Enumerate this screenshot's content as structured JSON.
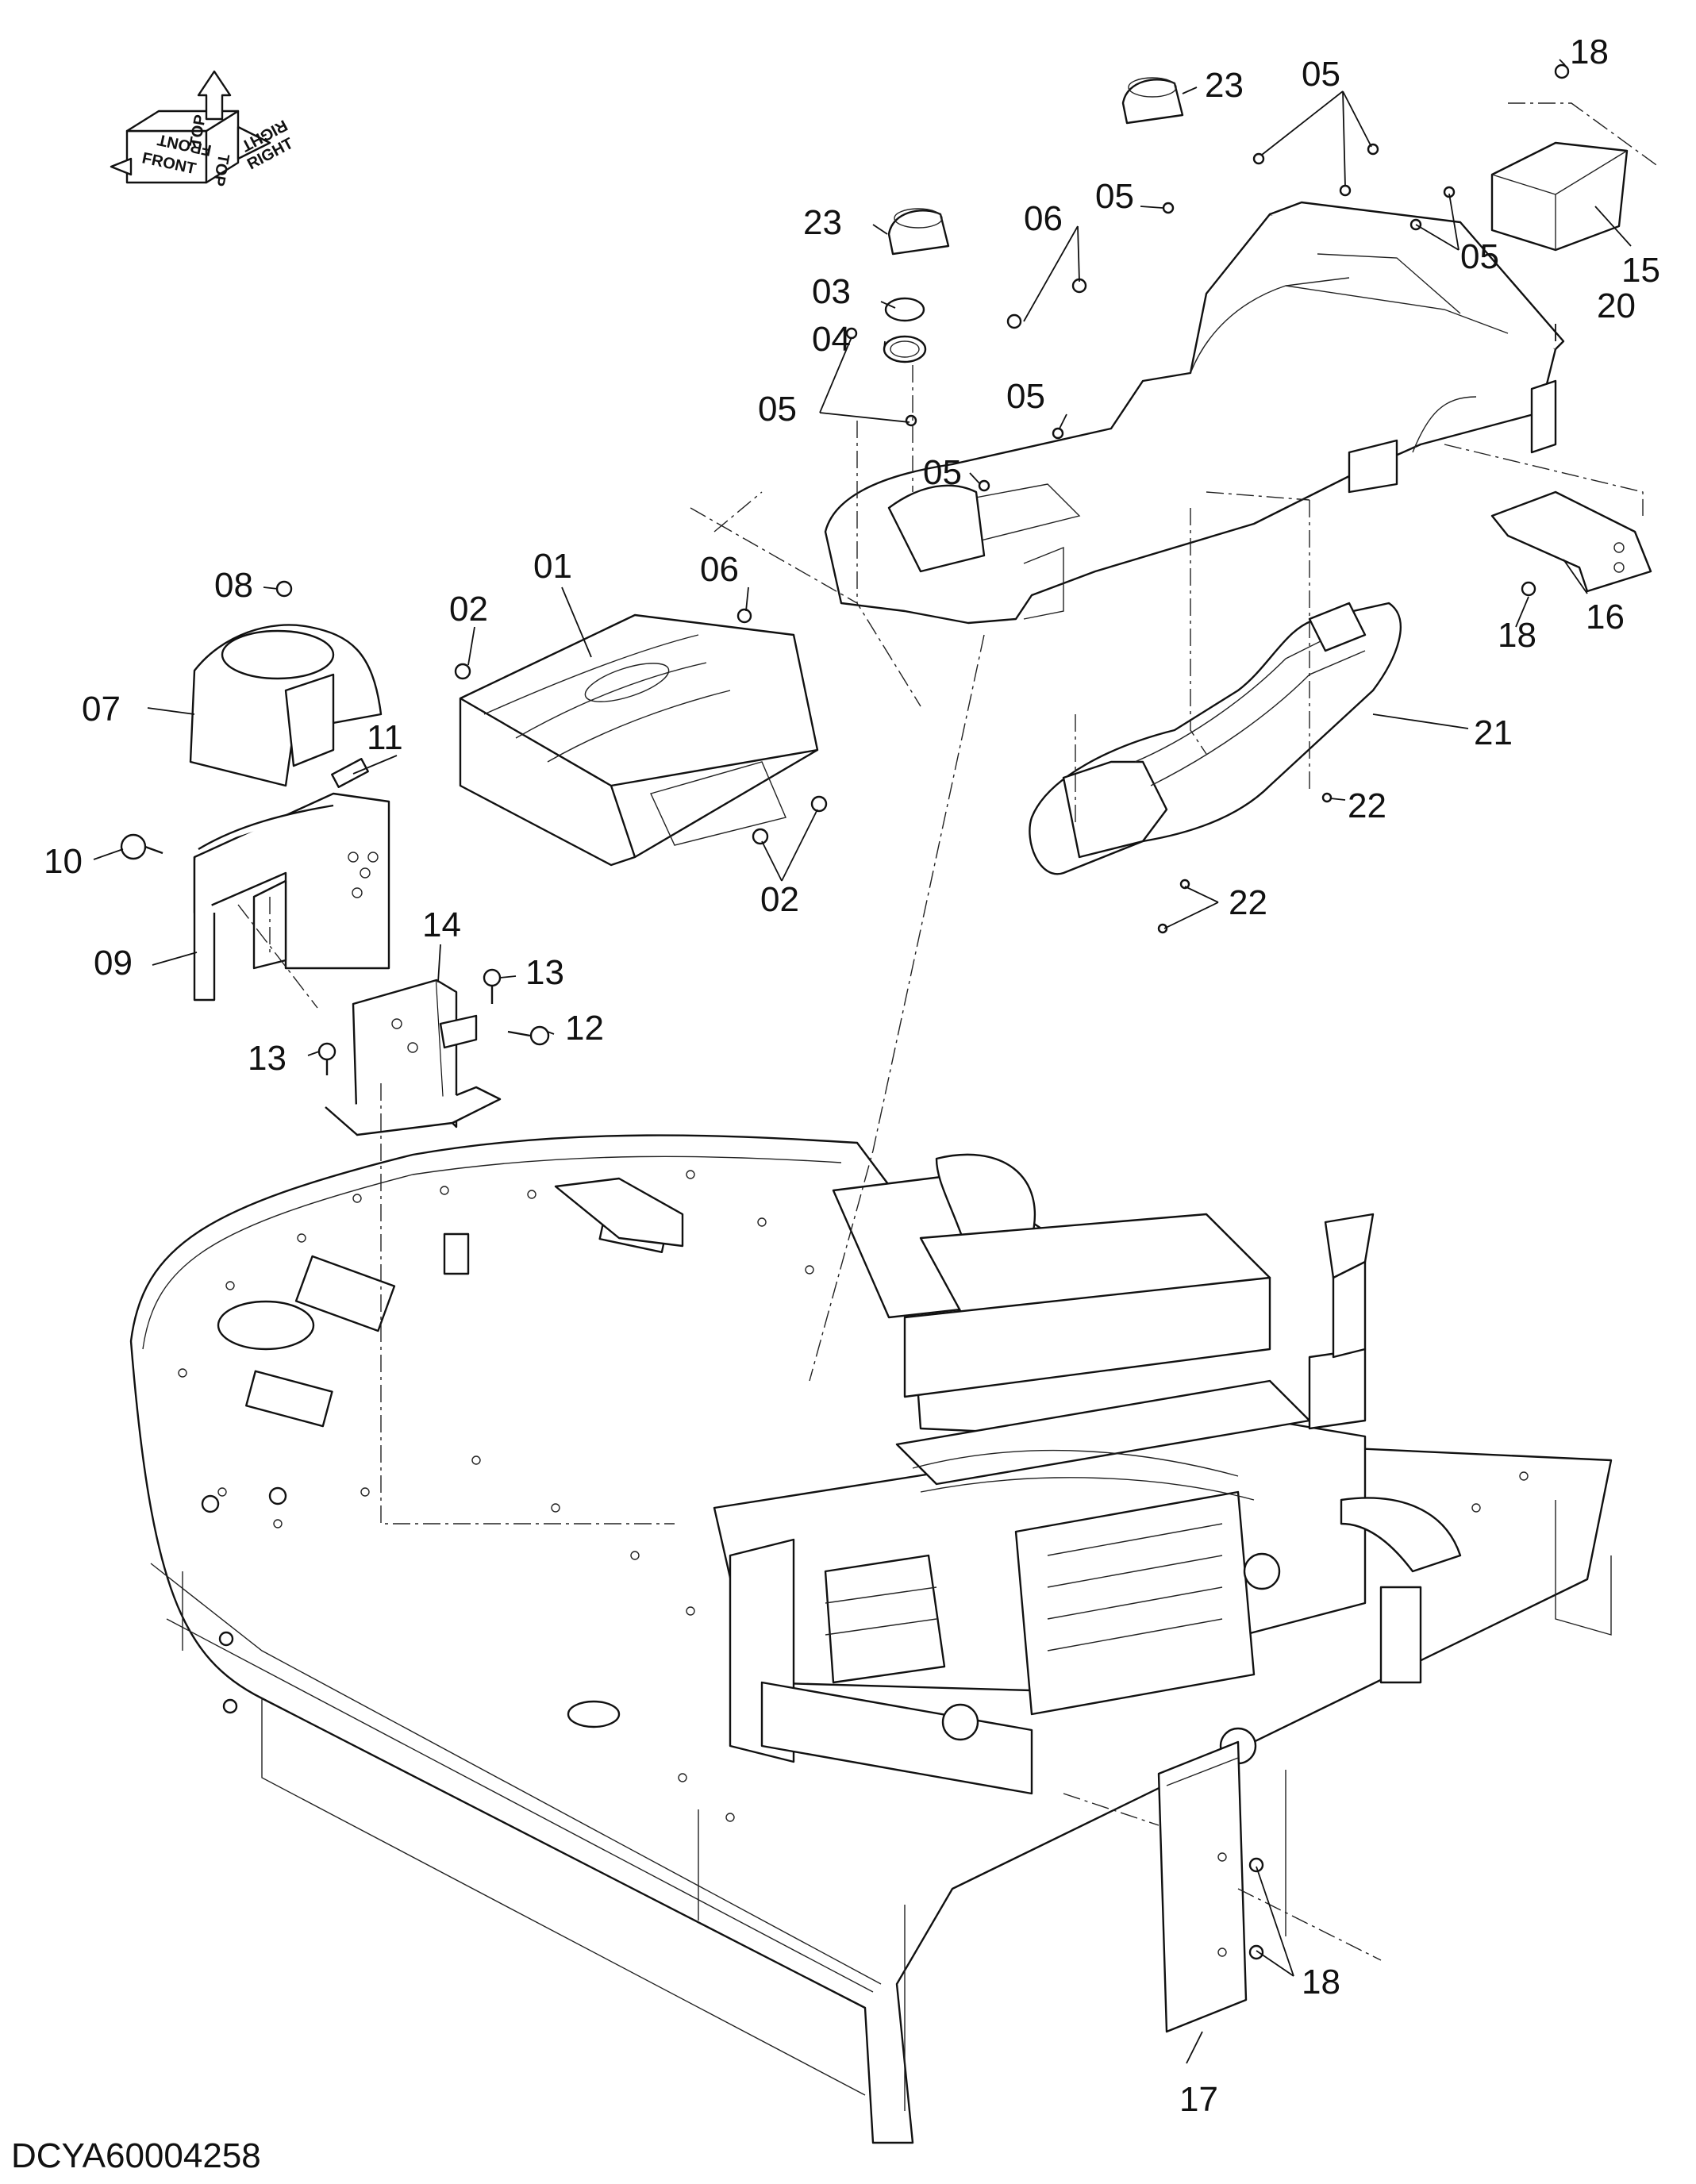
{
  "document_code": "DCYA60004258",
  "orientation": {
    "top": "TOP",
    "front": "FRONT",
    "right": "RIGHT",
    "top_mirror": "TOP",
    "front_mirror": "FRONT",
    "right_mirror": "RIGHT"
  },
  "callouts": [
    {
      "id": "c01",
      "text": "01"
    },
    {
      "id": "c02a",
      "text": "02"
    },
    {
      "id": "c02b",
      "text": "02"
    },
    {
      "id": "c03",
      "text": "03"
    },
    {
      "id": "c04",
      "text": "04"
    },
    {
      "id": "c05a",
      "text": "05"
    },
    {
      "id": "c05b",
      "text": "05"
    },
    {
      "id": "c05c",
      "text": "05"
    },
    {
      "id": "c05d",
      "text": "05"
    },
    {
      "id": "c05e",
      "text": "05"
    },
    {
      "id": "c05f",
      "text": "05"
    },
    {
      "id": "c06a",
      "text": "06"
    },
    {
      "id": "c06b",
      "text": "06"
    },
    {
      "id": "c07",
      "text": "07"
    },
    {
      "id": "c08",
      "text": "08"
    },
    {
      "id": "c09",
      "text": "09"
    },
    {
      "id": "c10",
      "text": "10"
    },
    {
      "id": "c11",
      "text": "11"
    },
    {
      "id": "c12",
      "text": "12"
    },
    {
      "id": "c13a",
      "text": "13"
    },
    {
      "id": "c13b",
      "text": "13"
    },
    {
      "id": "c14",
      "text": "14"
    },
    {
      "id": "c15",
      "text": "15"
    },
    {
      "id": "c16",
      "text": "16"
    },
    {
      "id": "c17",
      "text": "17"
    },
    {
      "id": "c18a",
      "text": "18"
    },
    {
      "id": "c18b",
      "text": "18"
    },
    {
      "id": "c18c",
      "text": "18"
    },
    {
      "id": "c20",
      "text": "20"
    },
    {
      "id": "c21",
      "text": "21"
    },
    {
      "id": "c22a",
      "text": "22"
    },
    {
      "id": "c22b",
      "text": "22"
    },
    {
      "id": "c23a",
      "text": "23"
    },
    {
      "id": "c23b",
      "text": "23"
    }
  ]
}
